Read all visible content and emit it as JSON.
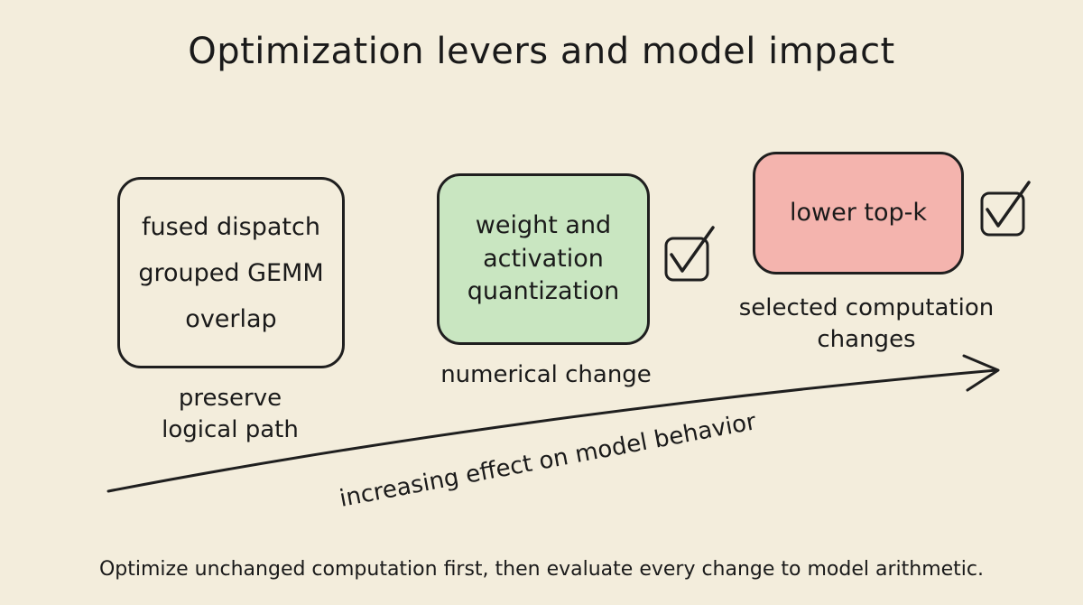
{
  "title": "Optimization levers and model impact",
  "levers": [
    {
      "items": [
        "fused dispatch",
        "grouped GEMM",
        "overlap"
      ],
      "caption_lines": [
        "preserve",
        "logical path"
      ],
      "fill": "transparent",
      "checked": false
    },
    {
      "text_lines": [
        "weight and",
        "activation",
        "quantization"
      ],
      "caption_lines": [
        "numerical change"
      ],
      "fill": "#c9e6c1",
      "checked": true
    },
    {
      "text_lines": [
        "lower top-k"
      ],
      "caption_lines": [
        "selected computation",
        "changes"
      ],
      "fill": "#f4b4ae",
      "checked": true
    }
  ],
  "arrow": {
    "label": "increasing effect on model behavior",
    "icon": "arrow-right-icon"
  },
  "check_icon": "checkbox-checked-icon",
  "footer": "Optimize unchanged computation first, then evaluate every change to model arithmetic.",
  "colors": {
    "background": "#f3eddc",
    "ink": "#1f1f1f",
    "quantization_fill": "#c9e6c1",
    "topk_fill": "#f4b4ae"
  }
}
